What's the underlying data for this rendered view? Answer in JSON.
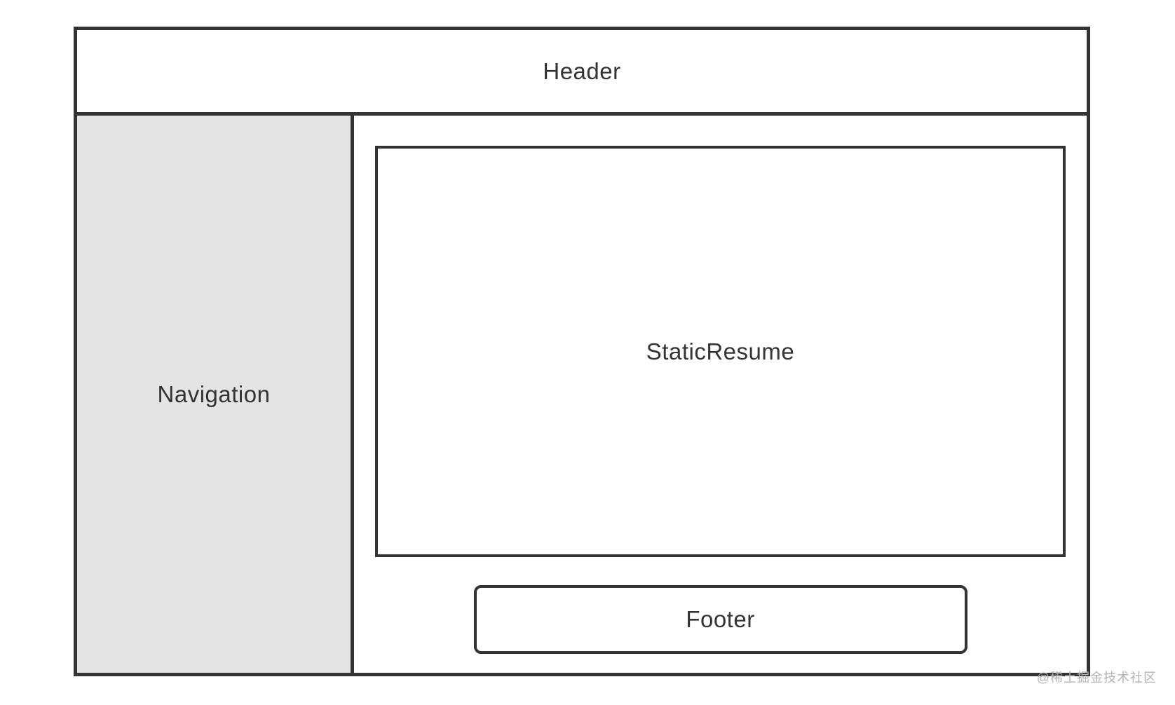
{
  "regions": {
    "header": {
      "label": "Header"
    },
    "navigation": {
      "label": "Navigation"
    },
    "content": {
      "label": "StaticResume"
    },
    "footer": {
      "label": "Footer"
    }
  },
  "watermark": {
    "text": "@稀土掘金技术社区"
  },
  "colors": {
    "border": "#333333",
    "sidebar_bg": "#e4e4e4",
    "text": "#333333",
    "watermark": "#b3b3b3",
    "background": "#ffffff"
  }
}
